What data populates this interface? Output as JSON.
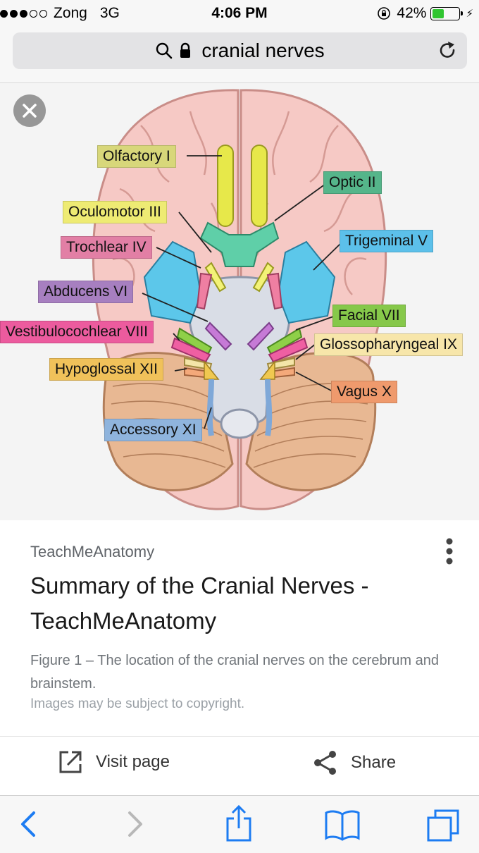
{
  "status_bar": {
    "carrier": "Zong",
    "network": "3G",
    "time": "4:06 PM",
    "battery": "42%",
    "battery_level": 0.42,
    "signal_bars": 3,
    "signal_total": 5
  },
  "url_bar": {
    "query": "cranial nerves",
    "icons": [
      "search-icon",
      "lock-icon",
      "reload-icon"
    ]
  },
  "image": {
    "labels": {
      "olfactory": "Olfactory I",
      "optic": "Optic II",
      "oculomotor": "Oculomotor III",
      "trochlear": "Trochlear IV",
      "trigeminal": "Trigeminal V",
      "abducens": "Abducens VI",
      "facial": "Facial VII",
      "vestibulocochlear": "Vestibulocochlear VIII",
      "glossopharyngeal": "Glossopharyngeal IX",
      "vagus": "Vagus X",
      "accessory": "Accessory XI",
      "hypoglossal": "Hypoglossal XII"
    }
  },
  "card": {
    "source": "TeachMeAnatomy",
    "title": "Summary of the Cranial Nerves - TeachMeAnatomy",
    "caption": "Figure 1 – The location of the cranial nerves on the cerebrum and brainstem.",
    "copyright": "Images may be subject to copyright.",
    "visit_label": "Visit page",
    "share_label": "Share"
  },
  "colors": {
    "accent": "#1a73e8",
    "toolbar_icon": "#1d7cf2",
    "disabled": "#b8b8b8",
    "battery_fill": "#2fc52f"
  }
}
